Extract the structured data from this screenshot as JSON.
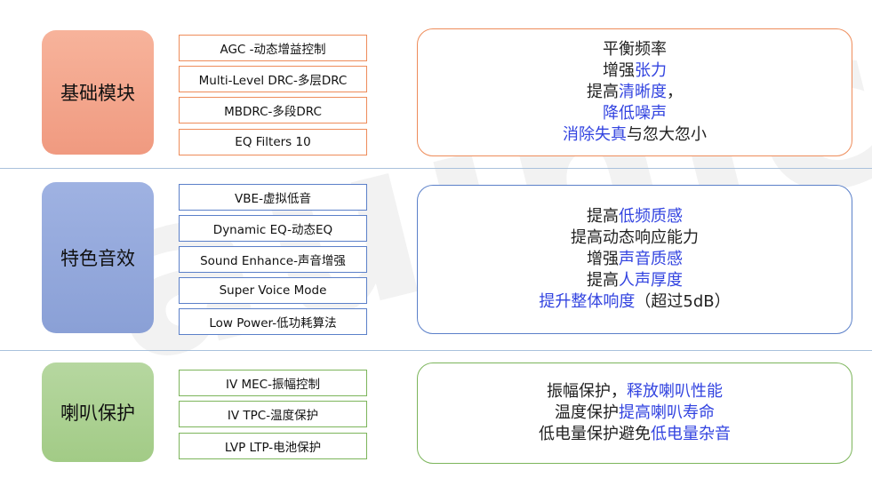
{
  "watermark": "auinic",
  "colors": {
    "highlight": "#3344e0",
    "orange_fill": "#f09a80",
    "orange_border": "#ee8c5a",
    "blue_fill": "#8aa0d6",
    "blue_border": "#5b80c9",
    "green_fill": "#a2cb86",
    "green_border": "#7cb55b",
    "divider": "#a9c1dc"
  },
  "sections": [
    {
      "category": "基础模块",
      "modules": [
        "AGC -动态增益控制",
        "Multi-Level DRC-多层DRC",
        "MBDRC-多段DRC",
        "EQ Filters 10"
      ],
      "lines": [
        {
          "plain": "平衡频率",
          "hl": "",
          "tail": ""
        },
        {
          "plain": "增强",
          "hl": "张力",
          "tail": ""
        },
        {
          "plain": "提高",
          "hl": "清晰度",
          "tail": "，"
        },
        {
          "plain": "",
          "hl": "降低噪声",
          "tail": ""
        },
        {
          "plain": "",
          "hl": "消除失真",
          "tail": "与忽大忽小"
        }
      ]
    },
    {
      "category": "特色音效",
      "modules": [
        "VBE-虚拟低音",
        "Dynamic EQ-动态EQ",
        "Sound Enhance-声音增强",
        "Super Voice Mode",
        "Low Power-低功耗算法"
      ],
      "lines": [
        {
          "plain": "提高",
          "hl": "低频质感",
          "tail": ""
        },
        {
          "plain": "提高动态响应能力",
          "hl": "",
          "tail": ""
        },
        {
          "plain": "增强",
          "hl": "声音质感",
          "tail": ""
        },
        {
          "plain": "提高",
          "hl": "人声厚度",
          "tail": ""
        },
        {
          "plain": "",
          "hl": "提升整体响度",
          "tail": "（超过5dB）"
        }
      ]
    },
    {
      "category": "喇叭保护",
      "modules": [
        "IV MEC-振幅控制",
        "IV TPC-温度保护",
        "LVP LTP-电池保护"
      ],
      "lines": [
        {
          "plain": "振幅保护，",
          "hl": "释放喇叭性能",
          "tail": ""
        },
        {
          "plain": "温度保护",
          "hl": "提高喇叭寿命",
          "tail": ""
        },
        {
          "plain": "低电量保护避免",
          "hl": "低电量杂音",
          "tail": ""
        }
      ]
    }
  ]
}
